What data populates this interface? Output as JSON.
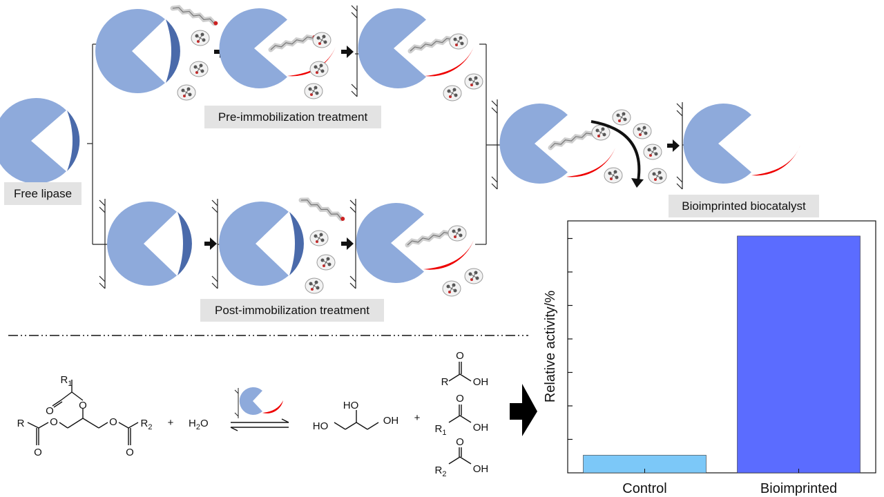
{
  "labels": {
    "free_lipase": "Free lipase",
    "pre_treatment": "Pre-immobilization treatment",
    "post_treatment": "Post-immobilization treatment",
    "product": "Bioimprinted biocatalyst"
  },
  "reaction": {
    "plus": "+",
    "water": "H",
    "water_sub": "2",
    "water_o": "O",
    "glycerol_oh1": "HO",
    "glycerol_oh2": "HO",
    "glycerol_oh3": "OH",
    "r": "R",
    "r1": "R",
    "r1_sub": "1",
    "r2": "R",
    "r2_sub": "2",
    "o": "O",
    "oh": "OH"
  },
  "colors": {
    "lipase_body": "#8eaadb",
    "lid_closed": "#4a6aaa",
    "lid_open": "#ee0000",
    "bar_control": "#7cc8f8",
    "bar_bioimprinted": "#5b6cff"
  },
  "chart_data": {
    "type": "bar",
    "categories": [
      "Control",
      "Bioimprinted"
    ],
    "values": [
      0.07,
      0.94
    ],
    "ylabel": "Relative activity/%",
    "xlabel": "",
    "ylim": [
      0,
      1
    ],
    "y_ticks_labeled": false,
    "grid": false
  }
}
